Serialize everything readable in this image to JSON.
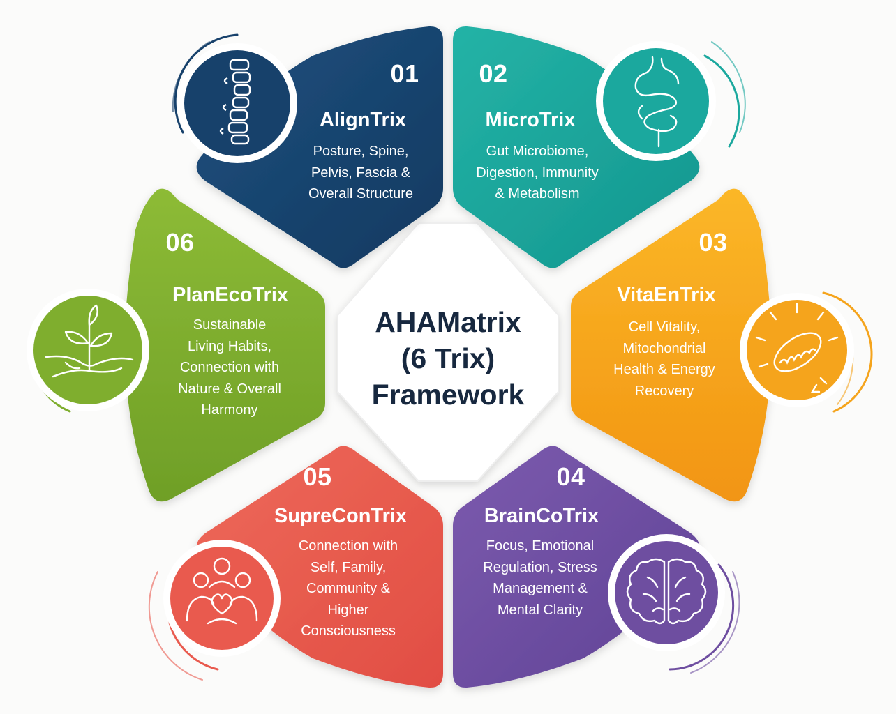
{
  "center": {
    "lines": [
      "AHAMatrix",
      "(6 Trix)",
      "Framework"
    ]
  },
  "segments": [
    {
      "number": "01",
      "title": "AlignTrix",
      "desc": [
        "Posture, Spine,",
        "Pelvis, Fascia &",
        "Overall Structure"
      ],
      "color": "#17416b",
      "icon": "spine-icon"
    },
    {
      "number": "02",
      "title": "MicroTrix",
      "desc": [
        "Gut Microbiome,",
        "Digestion, Immunity",
        "& Metabolism"
      ],
      "color": "#1ba89e",
      "icon": "intestine-icon"
    },
    {
      "number": "03",
      "title": "VitaEnTrix",
      "desc": [
        "Cell Vitality,",
        "Mitochondrial",
        "Health & Energy",
        "Recovery"
      ],
      "color": "#f5a41c",
      "icon": "mitochondria-icon"
    },
    {
      "number": "04",
      "title": "BrainCoTrix",
      "desc": [
        "Focus, Emotional",
        "Regulation, Stress",
        "Management &",
        "Mental Clarity"
      ],
      "color": "#6e4ea0",
      "icon": "brain-icon"
    },
    {
      "number": "05",
      "title": "SupreConTrix",
      "desc": [
        "Connection with",
        "Self, Family,",
        "Community &",
        "Higher",
        "Consciousness"
      ],
      "color": "#e95a4e",
      "icon": "family-heart-icon"
    },
    {
      "number": "06",
      "title": "PlanEcoTrix",
      "desc": [
        "Sustainable",
        "Living Habits,",
        "Connection with",
        "Nature & Overall",
        "Harmony"
      ],
      "color": "#7fae2e",
      "icon": "sprout-icon"
    }
  ]
}
